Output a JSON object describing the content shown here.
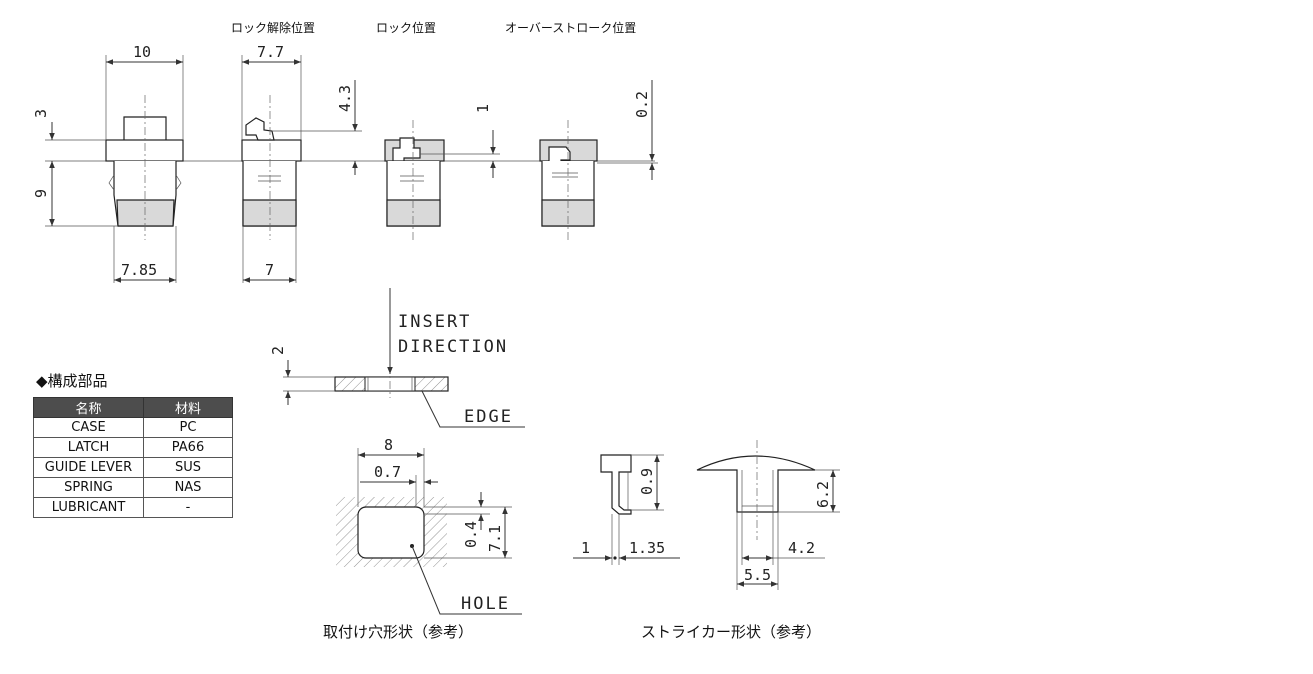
{
  "headings": {
    "unlock": "ロック解除位置",
    "lock": "ロック位置",
    "overstroke": "オーバーストローク位置"
  },
  "dims": {
    "top_width": "10",
    "top_height": "3",
    "body_height": "9",
    "bottom_width": "7.85",
    "unlock_width": "7.7",
    "unlock_lift": "4.3",
    "unlock_bottom_width": "7",
    "lock_offset": "1",
    "over_offset": "0.2",
    "plate_thickness": "2",
    "hole_width": "8",
    "hole_radius": "0.7",
    "hole_corner": "0.4",
    "hole_height": "7.1",
    "striker_hook": "0.9",
    "striker_plate": "1",
    "striker_width": "1.35",
    "striker_height": "6.2",
    "striker_inner": "4.2",
    "striker_outer": "5.5"
  },
  "annotations": {
    "insert": "INSERT",
    "direction": "DIRECTION",
    "edge": "EDGE",
    "hole": "HOLE"
  },
  "captions": {
    "hole_shape": "取付け穴形状（参考）",
    "striker_shape": "ストライカー形状（参考）"
  },
  "parts": {
    "title": "◆構成部品",
    "headers": [
      "名称",
      "材料"
    ],
    "rows": [
      [
        "CASE",
        "PC"
      ],
      [
        "LATCH",
        "PA66"
      ],
      [
        "GUIDE LEVER",
        "SUS"
      ],
      [
        "SPRING",
        "NAS"
      ],
      [
        "LUBRICANT",
        "-"
      ]
    ]
  }
}
